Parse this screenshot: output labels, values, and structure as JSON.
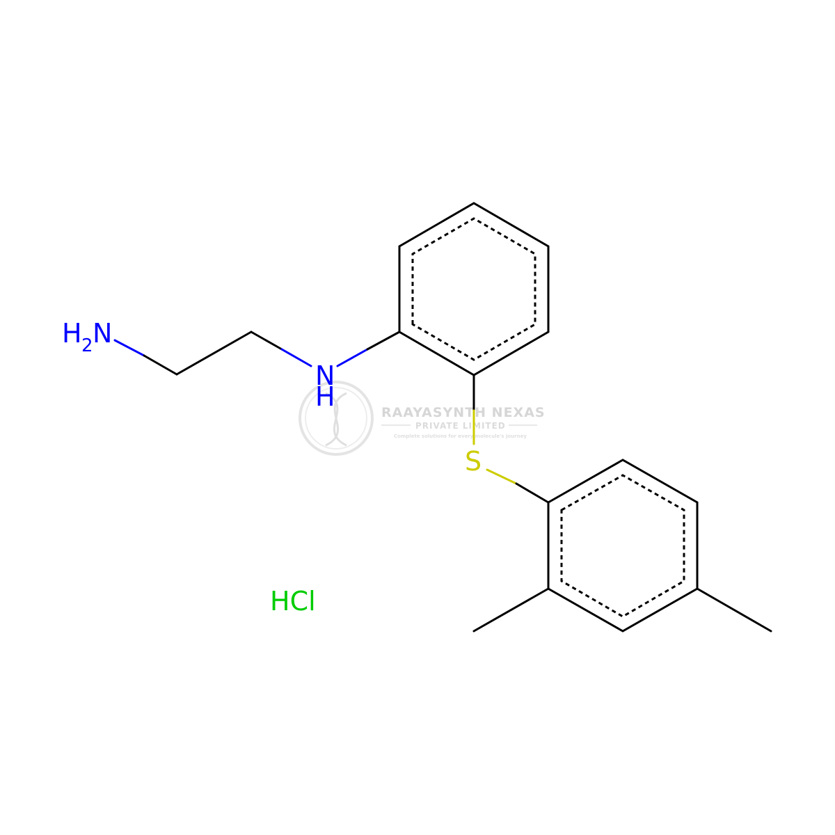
{
  "structure": {
    "amine_label_h": "H",
    "amine_label_sub": "2",
    "amine_label_n": "N",
    "nh_label_n": "N",
    "nh_label_h": "H",
    "sulfur_label": "S",
    "salt_label": "HCl"
  },
  "watermark": {
    "company": "RAAYASYNTH NEXAS",
    "subtitle": "PRIVATE LIMITED",
    "tagline": "Complete solutions for every molecule's journey"
  },
  "colors": {
    "bond": "#000000",
    "nitrogen": "#0000ff",
    "sulfur": "#cccc00",
    "chlorine": "#00cc00",
    "watermark": "#d2d2d2"
  }
}
